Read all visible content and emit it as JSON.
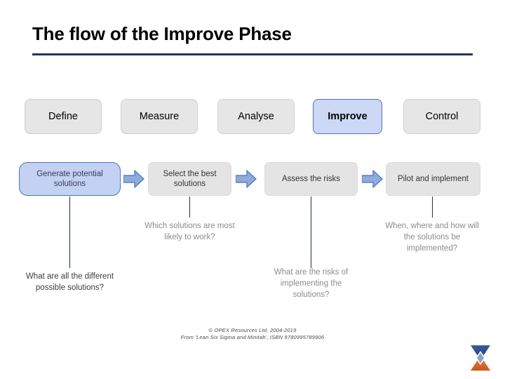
{
  "slide": {
    "title": "The flow of the Improve Phase",
    "accent_color": "#1f3864",
    "highlight_fill": "#ccd8f5",
    "highlight_border": "#4f74b8",
    "box_fill": "#e6e6e6",
    "arrow_fill": "#8faadc",
    "arrow_border": "#4472c4"
  },
  "phases": [
    {
      "label": "Define",
      "highlight": false
    },
    {
      "label": "Measure",
      "highlight": false
    },
    {
      "label": "Analyse",
      "highlight": false
    },
    {
      "label": "Improve",
      "highlight": true
    },
    {
      "label": "Control",
      "highlight": false
    }
  ],
  "steps": [
    {
      "label": "Generate potential solutions"
    },
    {
      "label": "Select the best solutions"
    },
    {
      "label": "Assess the risks"
    },
    {
      "label": "Pilot and implement"
    }
  ],
  "captions": [
    {
      "text": "What are all the different possible solutions?",
      "tone": "dark"
    },
    {
      "text": "Which solutions are most likely to work?",
      "tone": "grey"
    },
    {
      "text": "What are the risks of implementing the solutions?",
      "tone": "grey"
    },
    {
      "text": "When, where and how will the solutions be implemented?",
      "tone": "grey"
    }
  ],
  "footer": {
    "line1": "© OPEX Resources Ltd. 2004-2019",
    "line2": "From 'Lean Six Sigma and Minitab', ISBN 9780995789906"
  },
  "logo": {
    "name": "opex-resources-logo",
    "top_color": "#2e4a8c",
    "bottom_color": "#d4641e"
  }
}
